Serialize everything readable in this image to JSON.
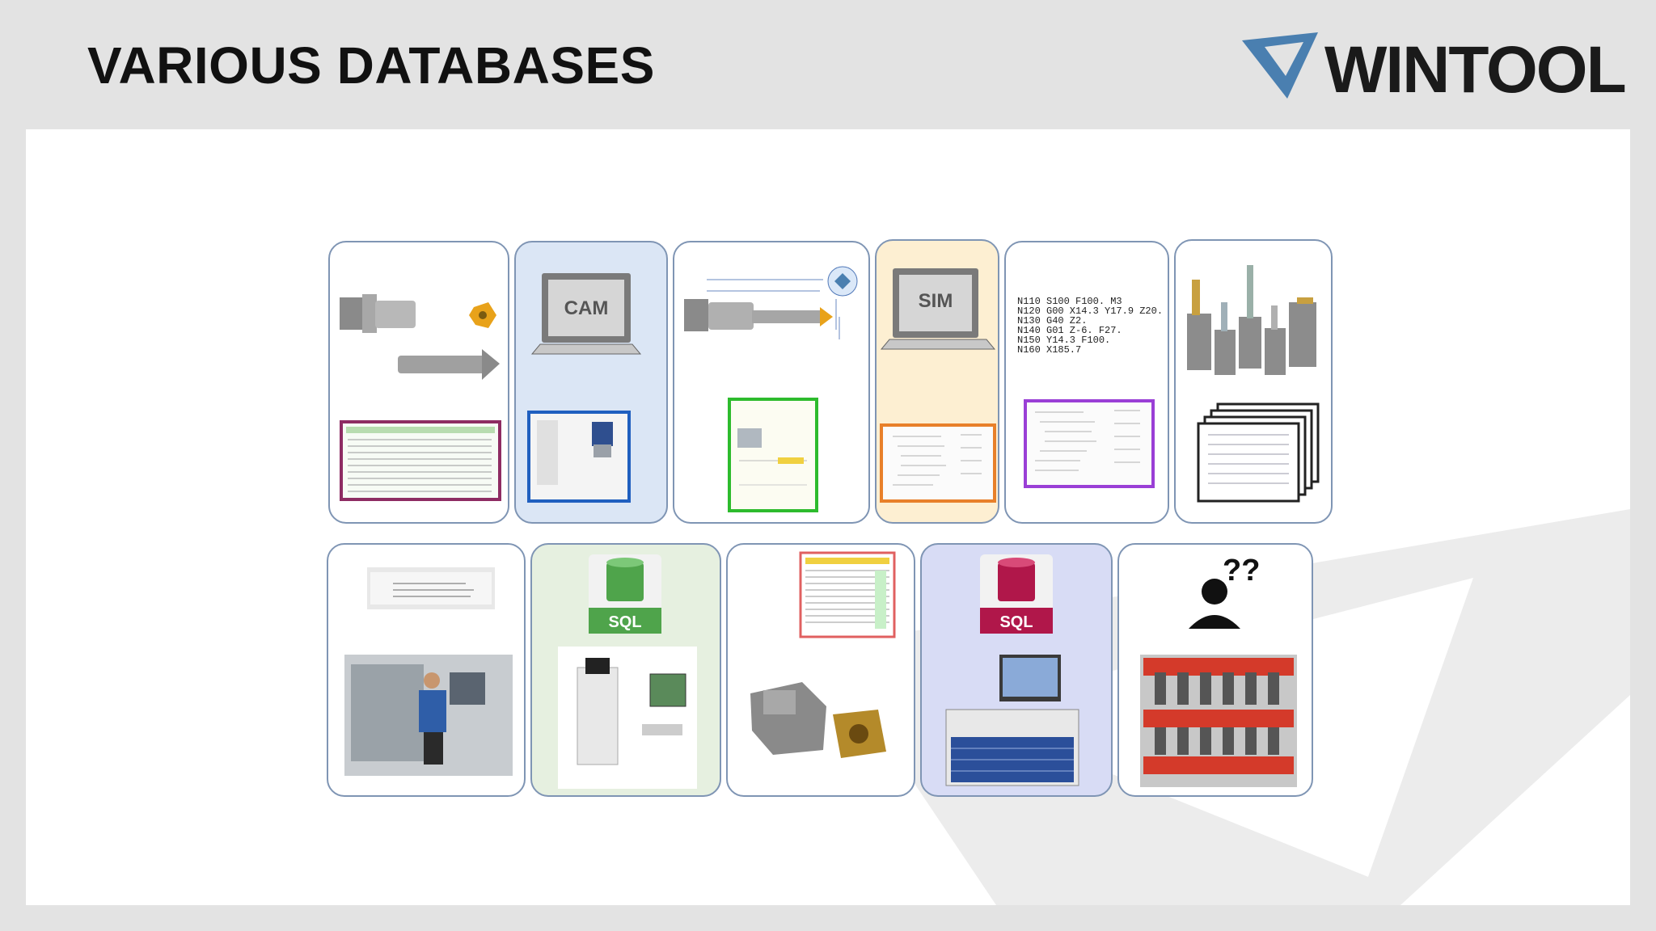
{
  "slide": {
    "title": "VARIOUS DATABASES",
    "logo_text": "WINTOOL",
    "accent_color": "#4a7fb0"
  },
  "cards": {
    "cam": {
      "label": "CAM",
      "bg": "#dbe6f5",
      "frame": "#1f5fbf"
    },
    "sim": {
      "label": "SIM",
      "bg": "#fdefd2",
      "frame": "#e8802a"
    },
    "nc_program": {
      "lines": [
        "N110  S100 F100. M3",
        "N120  G00 X14.3 Y17.9 Z20.",
        "N130  G40 Z2.",
        "N140  G01 Z-6. F27.",
        "N150  Y14.3 F100.",
        "N160  X185.7"
      ],
      "frame": "#9a3fd6"
    },
    "sql_green": {
      "label": "SQL",
      "bg": "#e6f0e0",
      "color": "#4fa44b"
    },
    "sql_red": {
      "label": "SQL",
      "bg": "#d8dcf5",
      "color": "#b0174a"
    },
    "question": {
      "glyph": "??"
    },
    "table_frames": {
      "purple": "#8e2c63",
      "green": "#2dbb2d"
    }
  },
  "icons": [
    "tool-holder-icon",
    "insert-icon",
    "monitor-icon",
    "database-icon",
    "machine-operator-icon",
    "presetter-icon",
    "tool-cabinet-icon",
    "person-question-icon",
    "tool-rack-icon",
    "document-stack-icon"
  ]
}
